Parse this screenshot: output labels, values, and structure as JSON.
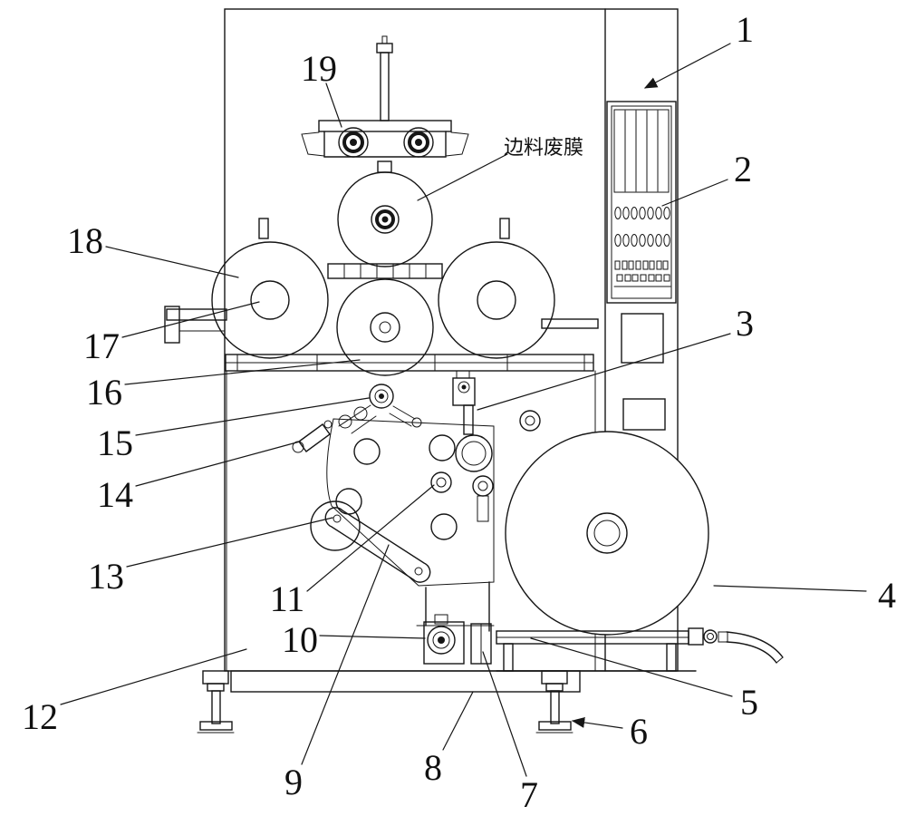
{
  "diagram": {
    "annotation": "边料废膜",
    "callouts": {
      "n1": "1",
      "n2": "2",
      "n3": "3",
      "n4": "4",
      "n5": "5",
      "n6": "6",
      "n7": "7",
      "n8": "8",
      "n9": "9",
      "n10": "10",
      "n11": "11",
      "n12": "12",
      "n13": "13",
      "n14": "14",
      "n15": "15",
      "n16": "16",
      "n17": "17",
      "n18": "18",
      "n19": "19"
    }
  }
}
